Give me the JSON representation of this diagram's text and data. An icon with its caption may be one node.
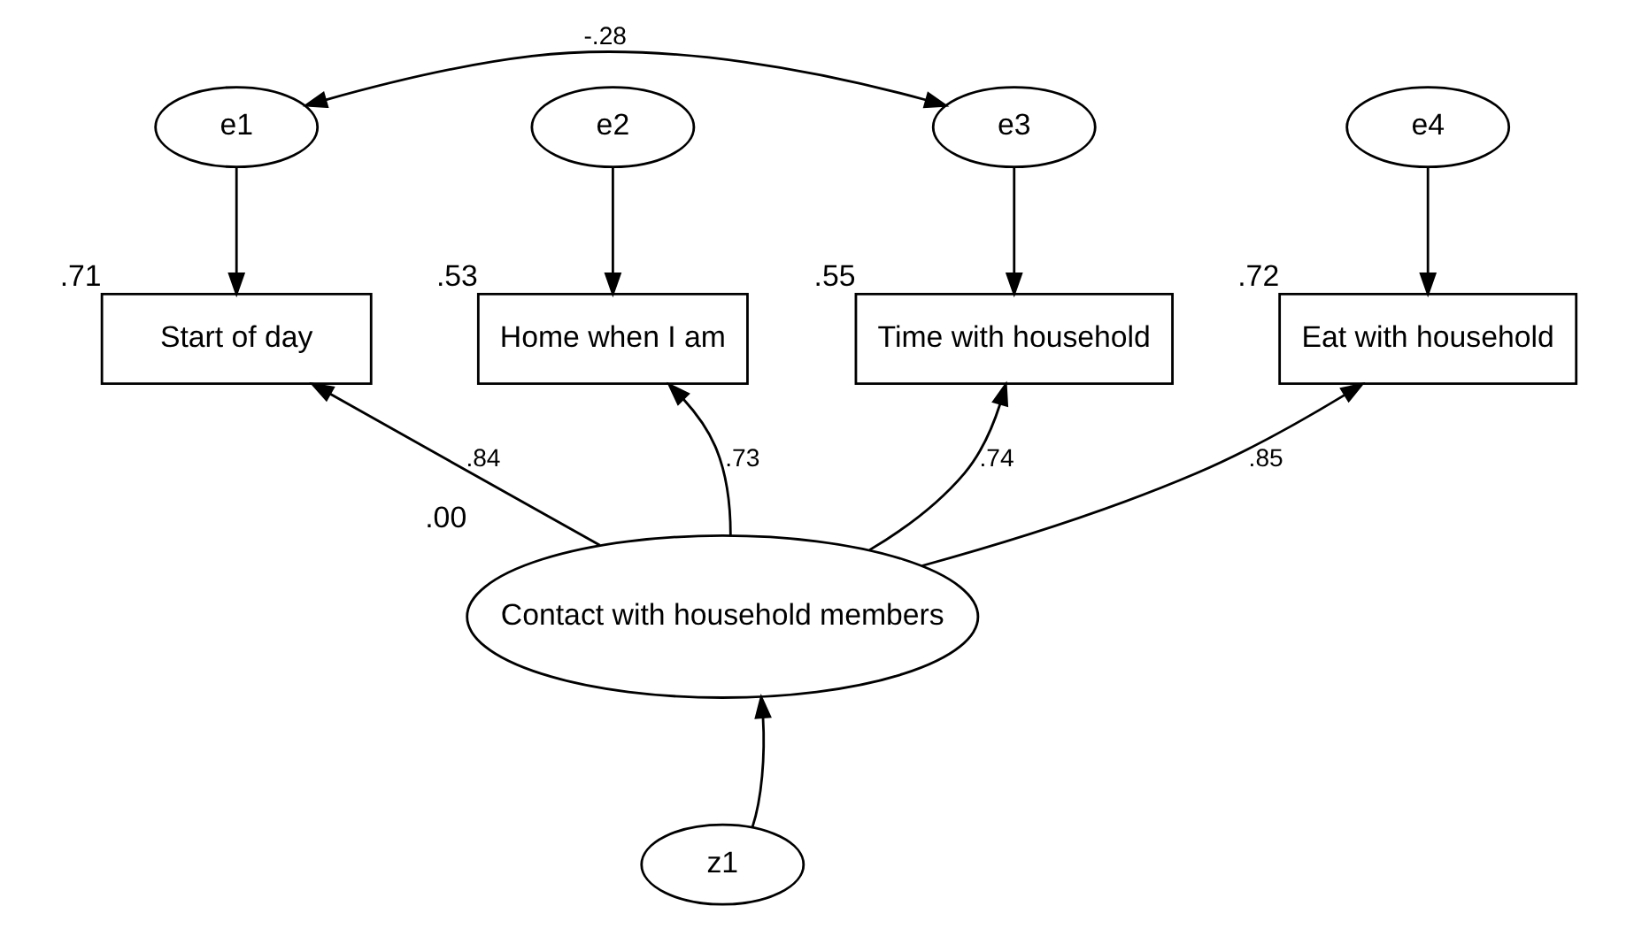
{
  "diagram": {
    "nodes": [
      {
        "text": [
          "e1"
        ]
      },
      {
        "text": [
          "e2"
        ]
      },
      {
        "text": [
          "e3"
        ]
      },
      {
        "text": [
          "e4"
        ]
      },
      {
        "text": [
          "Start of day"
        ],
        "beside": [
          ".71"
        ]
      },
      {
        "text": [
          "Home when I am"
        ],
        "beside": [
          ".53"
        ]
      },
      {
        "text": [
          "Time with household"
        ],
        "beside": [
          ".55"
        ]
      },
      {
        "text": [
          "Eat with household"
        ],
        "beside": [
          ".72"
        ]
      },
      {
        "text": [
          "Contact with household members"
        ],
        "beside": [
          ".00"
        ]
      },
      {
        "text": [
          "z1"
        ]
      }
    ],
    "edges": [
      {
        "from": 0,
        "to": 2,
        "arrow": "both",
        "label": "-.28"
      },
      {
        "from": 0,
        "to": 4,
        "arrow": "to"
      },
      {
        "from": 1,
        "to": 5,
        "arrow": "to"
      },
      {
        "from": 2,
        "to": 6,
        "arrow": "to"
      },
      {
        "from": 3,
        "to": 7,
        "arrow": "to"
      },
      {
        "from": 8,
        "to": 4,
        "arrow": "to",
        "label": ".84"
      },
      {
        "from": 8,
        "to": 5,
        "arrow": "to",
        "label": ".73"
      },
      {
        "from": 8,
        "to": 6,
        "arrow": "to",
        "label": ".74"
      },
      {
        "from": 8,
        "to": 7,
        "arrow": "to",
        "label": ".85"
      },
      {
        "from": 9,
        "to": 8,
        "arrow": "to"
      }
    ]
  }
}
